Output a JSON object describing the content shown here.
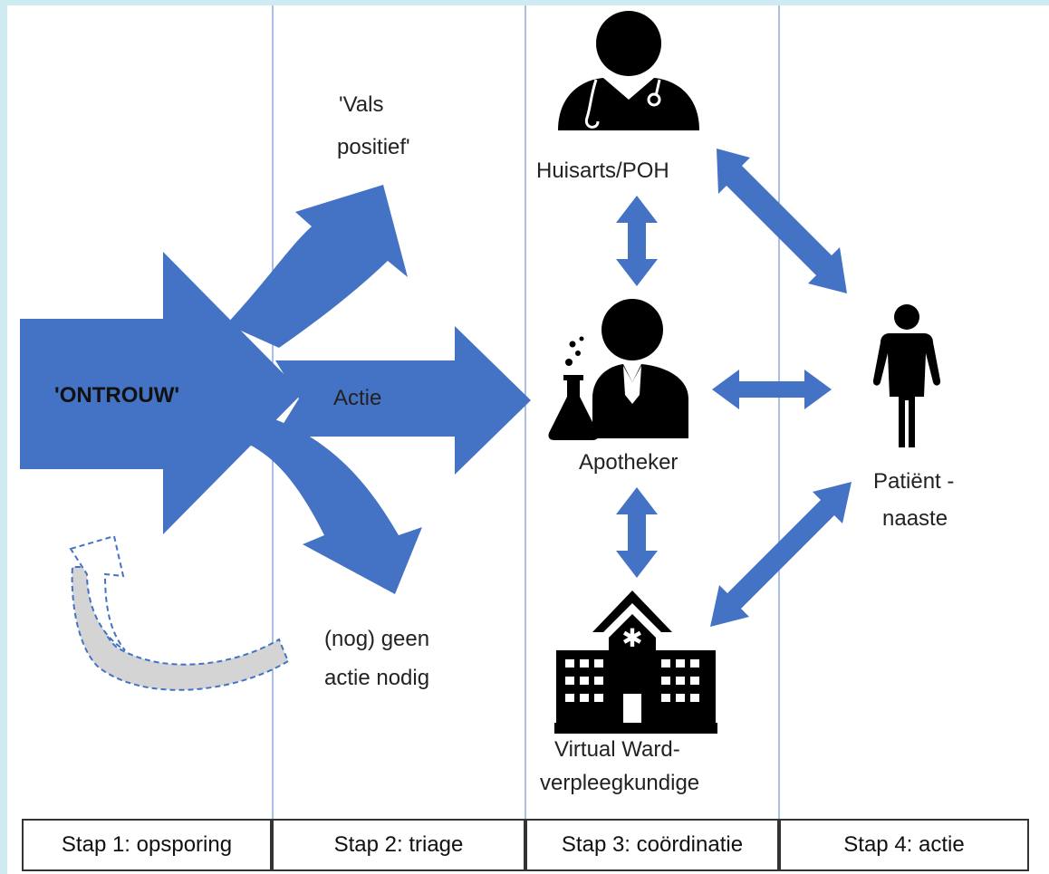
{
  "labels": {
    "ontrouw": "'ONTROUW'",
    "vals_positief_line1": "'Vals",
    "vals_positief_line2": "positief'",
    "actie": "Actie",
    "geen_actie_line1": "(nog) geen",
    "geen_actie_line2": "actie nodig",
    "huisarts": "Huisarts/POH",
    "apotheker": "Apotheker",
    "virtual_ward_line1": "Virtual Ward-",
    "virtual_ward_line2": "verpleegkundige",
    "patient_line1": "Patiënt -",
    "patient_line2": "naaste"
  },
  "steps": [
    {
      "label": "Stap 1: opsporing"
    },
    {
      "label": "Stap 2: triage"
    },
    {
      "label": "Stap 3: coördinatie"
    },
    {
      "label": "Stap 4: actie"
    }
  ],
  "colors": {
    "arrow": "#4472c4",
    "divider": "#8eaadb",
    "icon": "#000000",
    "feedback_fill": "#d0d0d0"
  },
  "icons": {
    "doctor": "doctor-icon",
    "pharmacist": "pharmacist-icon",
    "hospital": "hospital-icon",
    "patient": "patient-icon"
  }
}
